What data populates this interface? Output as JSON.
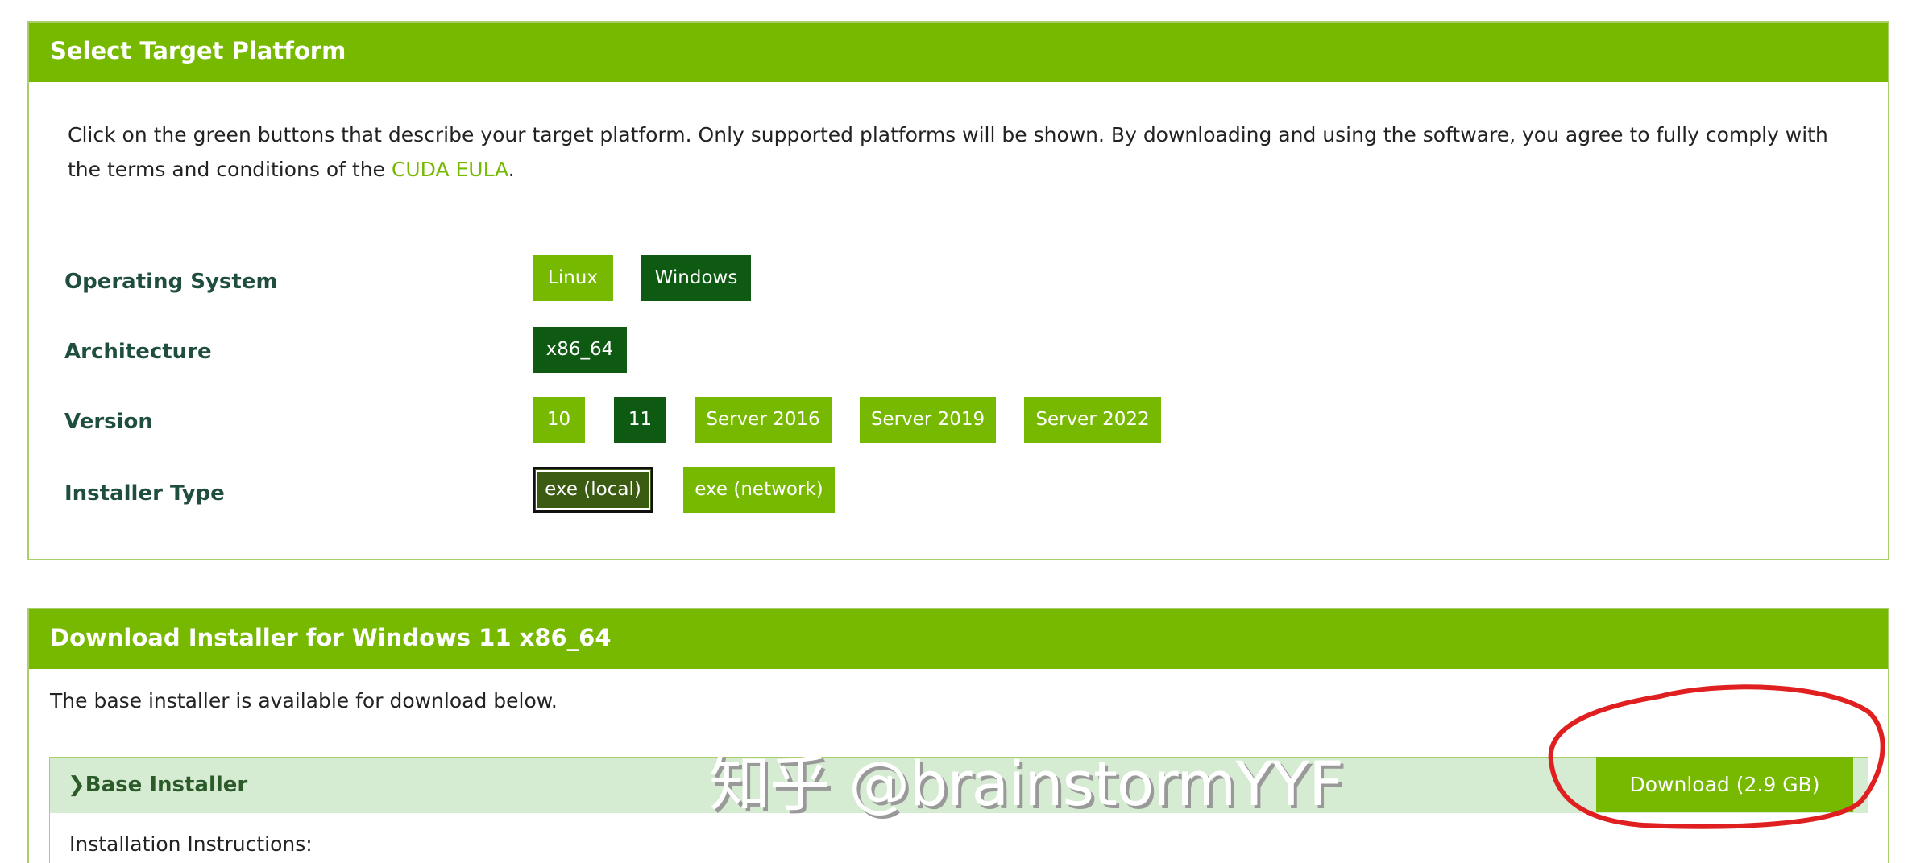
{
  "platform": {
    "title": "Select Target Platform",
    "intro_text": "Click on the green buttons that describe your target platform. Only supported platforms will be shown. By downloading and using the software, you agree to fully comply with the terms and conditions of the ",
    "eula_link": "CUDA EULA",
    "intro_end": ".",
    "rows": {
      "os": {
        "label": "Operating System",
        "options": [
          "Linux",
          "Windows"
        ],
        "selected": "Windows"
      },
      "arch": {
        "label": "Architecture",
        "options": [
          "x86_64"
        ],
        "selected": "x86_64"
      },
      "version": {
        "label": "Version",
        "options": [
          "10",
          "11",
          "Server 2016",
          "Server 2019",
          "Server 2022"
        ],
        "selected": "11"
      },
      "installer": {
        "label": "Installer Type",
        "options": [
          "exe (local)",
          "exe (network)"
        ],
        "selected": "exe (local)"
      }
    }
  },
  "download": {
    "title": "Download Installer for Windows 11 x86_64",
    "note": "The base installer is available for download below.",
    "base_installer": "Base Installer",
    "download_button": "Download (2.9 GB)",
    "instructions": "Installation Instructions:"
  },
  "watermark": "知乎 @brainstormYYF",
  "colors": {
    "accent": "#76b900",
    "selected": "#0e5a13",
    "annotation": "#e02020"
  }
}
